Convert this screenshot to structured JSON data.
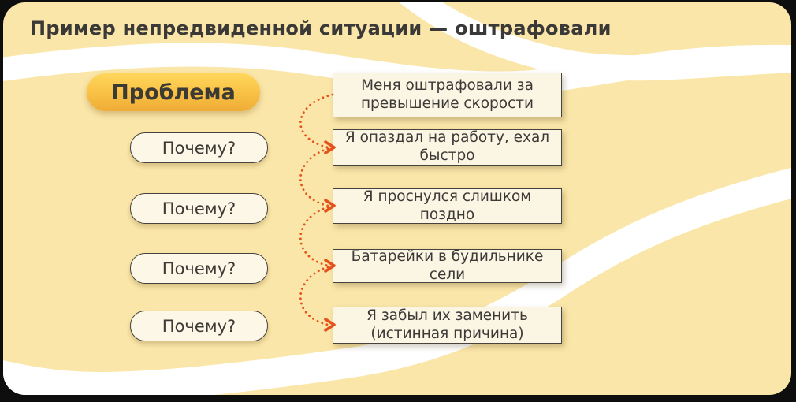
{
  "title": "Пример непредвиденной ситуации — оштрафовали",
  "diagram": {
    "problem_label": "Проблема",
    "why_labels": [
      "Почему?",
      "Почему?",
      "Почему?",
      "Почему?"
    ],
    "answers": [
      "Меня оштрафовали за превышение скорости",
      "Я опаздал на работу, ехал быстро",
      "Я проснулся слишком поздно",
      "Батарейки в будильнике сели",
      "Я забыл их заменить (истинная причина)"
    ]
  },
  "colors": {
    "outer_background": "#0E0E0E",
    "card_background": "#FAE6A8",
    "ribbon": "#FFFFFF",
    "problem_pill_top": "#FFD75C",
    "problem_pill_bottom": "#EFAC36",
    "box_fill": "#FBF5E3",
    "border": "#46433E",
    "arrow": "#E5511B",
    "text": "#3C3A37"
  }
}
